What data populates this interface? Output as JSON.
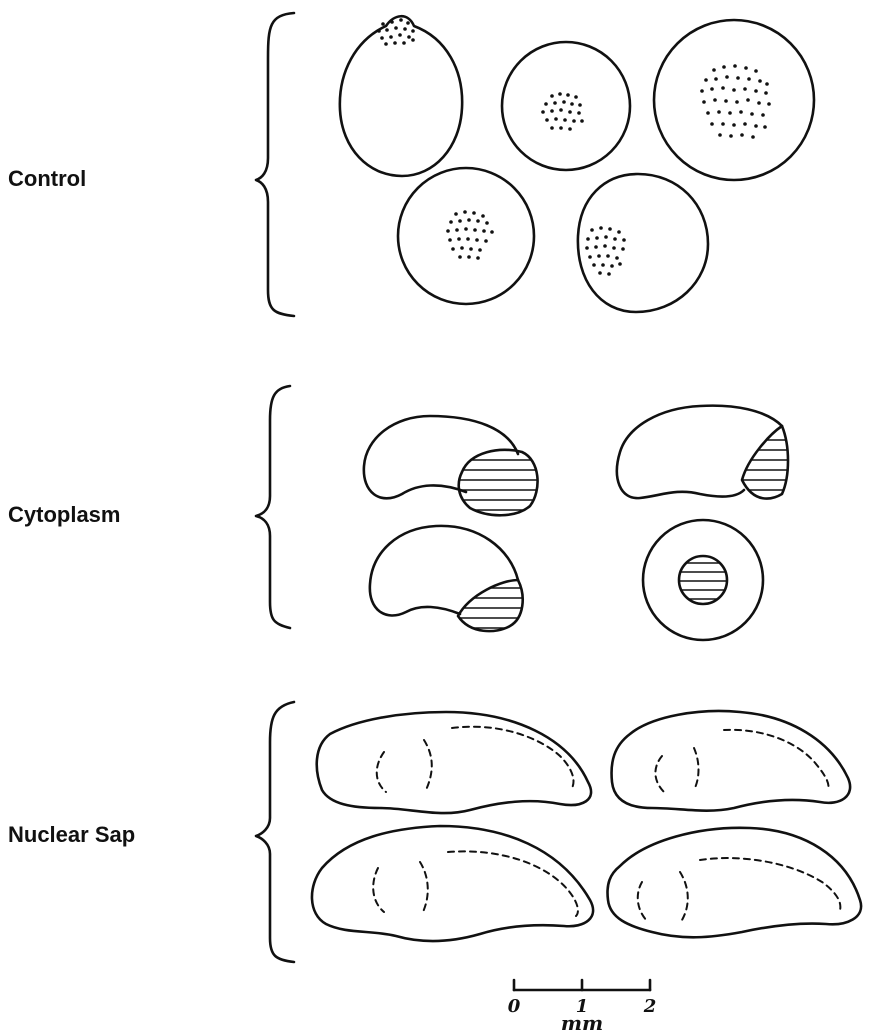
{
  "groups": [
    {
      "label": "Control"
    },
    {
      "label": "Cytoplasm"
    },
    {
      "label": "Nuclear Sap"
    }
  ],
  "scale_bar": {
    "ticks": [
      "0",
      "1",
      "2"
    ],
    "unit": "mm"
  }
}
